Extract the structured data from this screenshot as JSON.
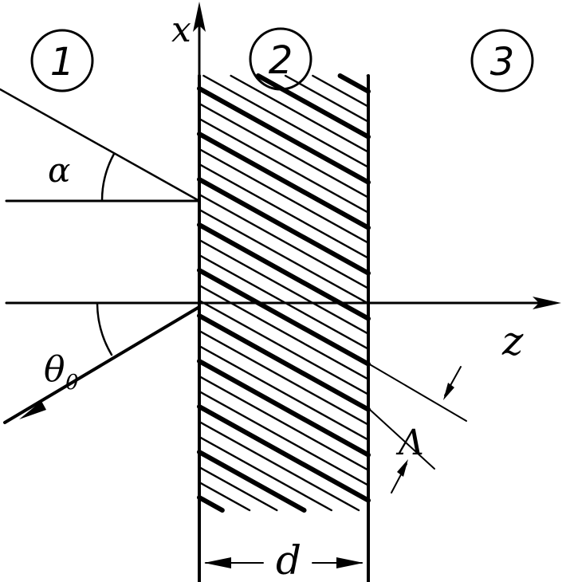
{
  "labels": {
    "axis_x": "x",
    "axis_z": "z",
    "region_1": "1",
    "region_2": "2",
    "region_3": "3",
    "angle_alpha": "α",
    "angle_theta": "θ",
    "angle_theta_sub": "0",
    "period": "Λ",
    "thickness": "d"
  },
  "colors": {
    "ink": "#000000",
    "background": "#ffffff"
  }
}
